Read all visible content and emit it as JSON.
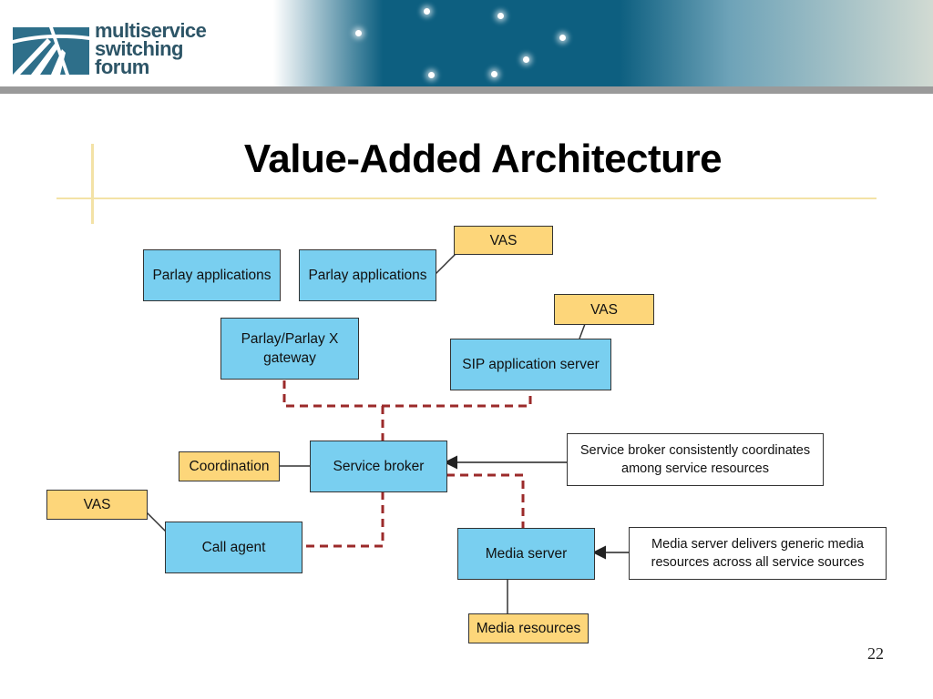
{
  "header": {
    "logo_lines": [
      "multiservice",
      "switching",
      "forum"
    ]
  },
  "title": "Value-Added Architecture",
  "boxes": {
    "parlay_apps_1": "Parlay applications",
    "parlay_apps_2": "Parlay applications",
    "vas_top": "VAS",
    "vas_sip": "VAS",
    "parlay_gateway": "Parlay/Parlay X gateway",
    "sip_server": "SIP  application server",
    "coordination": "Coordination",
    "service_broker": "Service broker",
    "broker_note": "Service broker consistently coordinates among service resources",
    "vas_call": "VAS",
    "call_agent": "Call agent",
    "media_server": "Media server",
    "media_note": "Media server delivers generic media resources across all service sources",
    "media_resources": "Media  resources"
  },
  "colors": {
    "component": "#79cff0",
    "vas_label": "#fdd67a",
    "dashed_link": "#9b2a2a"
  },
  "page_number": "22"
}
